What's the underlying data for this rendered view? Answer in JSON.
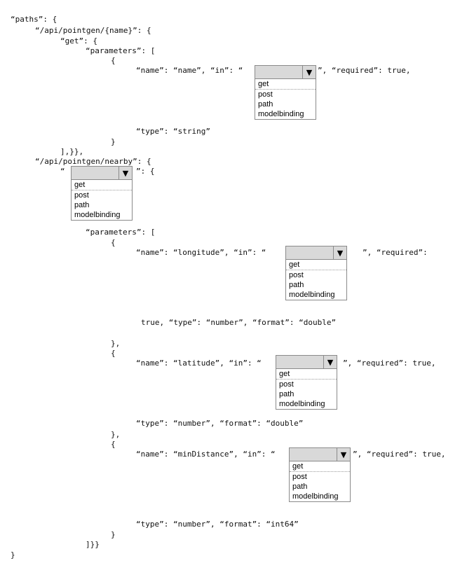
{
  "lines": {
    "l1": "“paths”: {",
    "l2": "“/api/pointgen/{name}”: {",
    "l3": "“get”: {",
    "l4": "“parameters”: [",
    "l5": "{",
    "l6a": "“name”: “name”, “in”: “",
    "l6b": "”, “required”: true,",
    "l7": "“type”: “string”",
    "l8": "}",
    "l9": "],}},",
    "l10": "“/api/pointgen/nearby”: {",
    "l11a": "“",
    "l11b": "”: {",
    "l12": "“parameters”: [",
    "l13": "{",
    "l14a": "“name”: “longitude”, “in”: “",
    "l14b": "”, “required”:",
    "l15": "true, “type”: “number”, “format”: “double”",
    "l16": "},",
    "l17": "{",
    "l18a": "“name”: “latitude”, “in”: “",
    "l18b": "”, “required”: true,",
    "l19": "“type”: “number”, “format”: “double”",
    "l20": "},",
    "l21": "{",
    "l22a": "“name”: “minDistance”, “in”: “",
    "l22b": "”, “required”: true,",
    "l23": "“type”: “number”, “format”: “int64”",
    "l24": "}",
    "l25": "]}}",
    "l26": "}"
  },
  "dropdown": {
    "arrow_icon": "▼",
    "options": [
      "get",
      "post",
      "path",
      "modelbinding"
    ]
  },
  "colors": {
    "dropdown_fill": "#d9d9d9",
    "dropdown_border": "#8a8a8a"
  }
}
